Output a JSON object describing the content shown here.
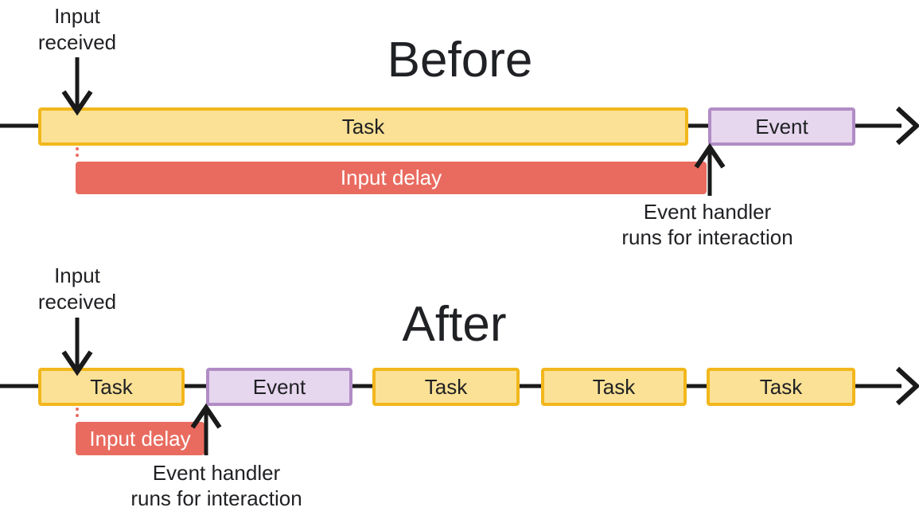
{
  "colors": {
    "task_fill": "#FBE195",
    "task_border": "#F2B71D",
    "event_fill": "#E6D6EE",
    "event_border": "#B18CC5",
    "delay_fill": "#E96B5F",
    "delay_text": "#FFFFFF",
    "line": "#1A1A1A",
    "text": "#202124",
    "background": "#FFFFFF"
  },
  "before": {
    "title": "Before",
    "input_received_lines": [
      "Input",
      "received"
    ],
    "task_label": "Task",
    "event_label": "Event",
    "input_delay_label": "Input delay",
    "event_handler_lines": [
      "Event handler",
      "runs for interaction"
    ]
  },
  "after": {
    "title": "After",
    "input_received_lines": [
      "Input",
      "received"
    ],
    "segments": [
      {
        "type": "task",
        "label": "Task"
      },
      {
        "type": "event",
        "label": "Event"
      },
      {
        "type": "task",
        "label": "Task"
      },
      {
        "type": "task",
        "label": "Task"
      },
      {
        "type": "task",
        "label": "Task"
      }
    ],
    "input_delay_label": "Input delay",
    "event_handler_lines": [
      "Event handler",
      "runs for interaction"
    ]
  }
}
